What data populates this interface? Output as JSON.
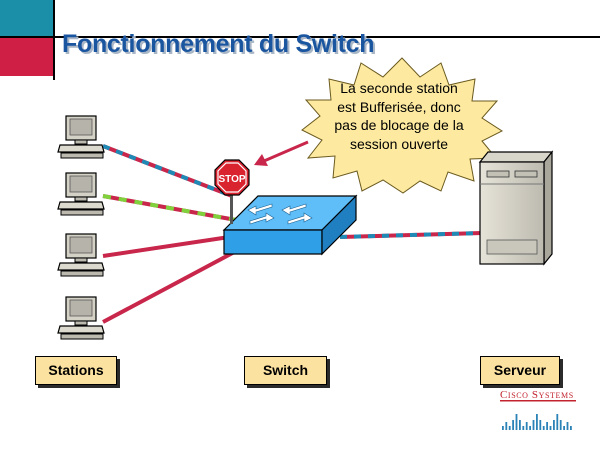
{
  "slide": {
    "title": "Fonctionnement du Switch",
    "callout_lines": [
      "La seconde station",
      "est Bufferisée, donc",
      "pas de blocage de la",
      "session ouverte"
    ],
    "stop_sign_text": "STOP",
    "labels": {
      "stations": "Stations",
      "switch": "Switch",
      "server": "Serveur"
    },
    "brand": "Cisco Systems"
  },
  "colors": {
    "title": "#1a55a0",
    "corner_blue": "#1b8fa8",
    "corner_red": "#d01f44",
    "link_red": "#c8264a",
    "link_blue": "#1f8ab5",
    "link_green": "#7fd23c",
    "switch_blue": "#2f9fe8",
    "label_fill": "#fbe2a0",
    "starburst_fill": "#fdeaa0",
    "stop_red": "#d9232e",
    "brand_red": "#c2232e",
    "brand_blue": "#2a82b6"
  },
  "icons": [
    "workstation-icon",
    "switch-icon",
    "server-icon",
    "stop-sign-icon",
    "arrow-icon",
    "cisco-logo"
  ]
}
